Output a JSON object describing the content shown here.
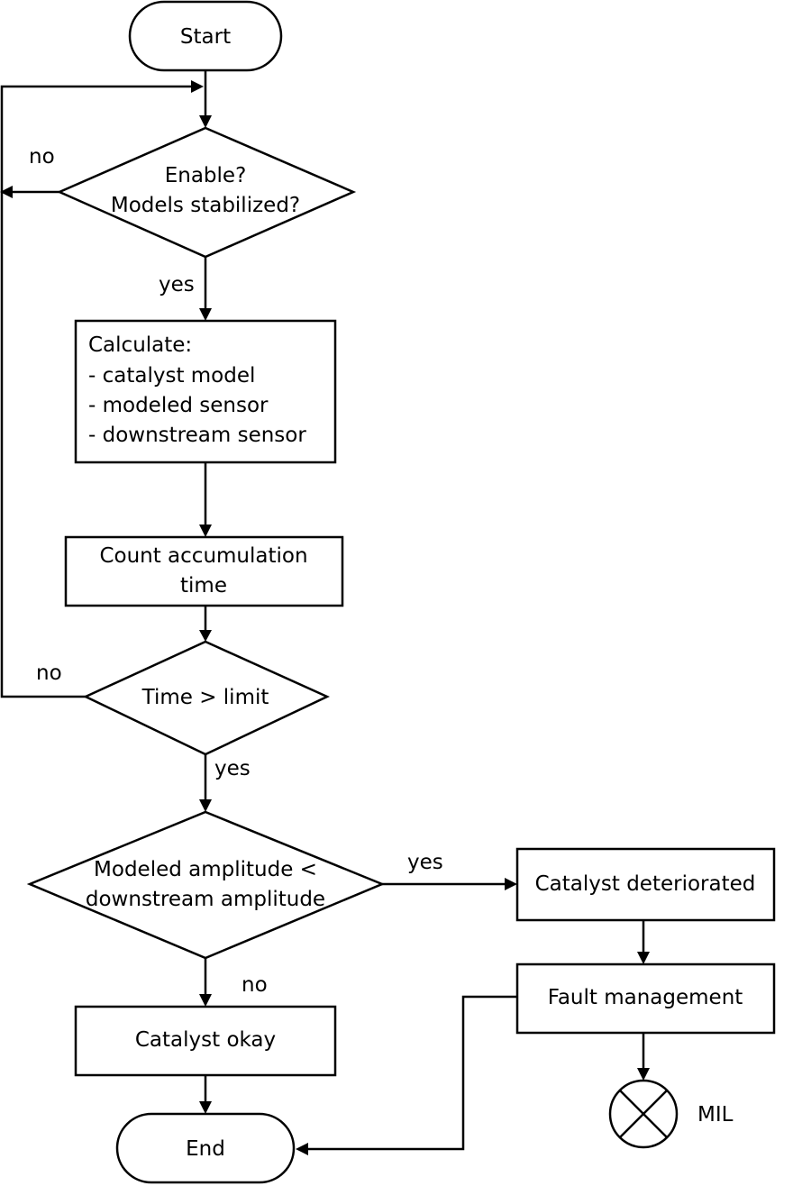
{
  "nodes": {
    "start": "Start",
    "decision_enable": [
      "Enable?",
      "Models stabilized?"
    ],
    "calculate": [
      "Calculate:",
      "- catalyst model",
      "- modeled sensor",
      "- downstream sensor"
    ],
    "count": [
      "Count accumulation",
      "time"
    ],
    "decision_time": "Time > limit",
    "decision_amplitude": [
      "Modeled amplitude <",
      "downstream amplitude"
    ],
    "catalyst_okay": "Catalyst okay",
    "catalyst_deteriorated": "Catalyst deteriorated",
    "fault_management": "Fault management",
    "end": "End",
    "mil": "MIL"
  },
  "edge_labels": {
    "enable_no": "no",
    "enable_yes": "yes",
    "time_no": "no",
    "time_yes": "yes",
    "amplitude_yes": "yes",
    "amplitude_no": "no"
  },
  "icons": {
    "mil": "lamp-cross-icon"
  }
}
